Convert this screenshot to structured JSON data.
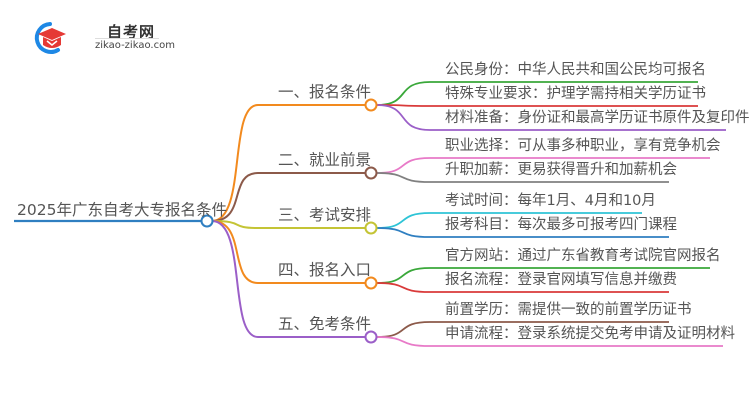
{
  "logo": {
    "title": "自考网",
    "url": "zikao-zikao.com",
    "icon": "graduation-cap-icon",
    "colors": {
      "cap": "#e53935",
      "ring": "#1e88e5"
    }
  },
  "root": {
    "label": "2025年广东自考大专报名条件",
    "color": "#2f7fc1"
  },
  "branches": [
    {
      "label": "一、报名条件",
      "color": "#f28a1e",
      "leaves": [
        {
          "label": "公民身份：中华人民共和国公民均可报名",
          "color": "#3aa83a"
        },
        {
          "label": "特殊专业要求：护理学需持相关学历证书",
          "color": "#d93a3a"
        },
        {
          "label": "材料准备：身份证和最高学历证书原件及复印件",
          "color": "#9b5fc8"
        }
      ]
    },
    {
      "label": "二、就业前景",
      "color": "#8c5a4a",
      "leaves": [
        {
          "label": "职业选择：可从事多种职业，享有竞争机会",
          "color": "#e87ac8"
        },
        {
          "label": "升职加薪：更易获得晋升和加薪机会",
          "color": "#808080"
        }
      ]
    },
    {
      "label": "三、考试安排",
      "color": "#c4c435",
      "leaves": [
        {
          "label": "考试时间：每年1月、4月和10月",
          "color": "#2ec4d6"
        },
        {
          "label": "报考科目：每次最多可报考四门课程",
          "color": "#2f7fc1"
        }
      ]
    },
    {
      "label": "四、报名入口",
      "color": "#f28a1e",
      "leaves": [
        {
          "label": "官方网站：通过广东省教育考试院官网报名",
          "color": "#3aa83a"
        },
        {
          "label": "报名流程：登录官网填写信息并缴费",
          "color": "#d93a3a"
        }
      ]
    },
    {
      "label": "五、免考条件",
      "color": "#9b5fc8",
      "leaves": [
        {
          "label": "前置学历：需提供一致的前置学历证书",
          "color": "#8c5a4a"
        },
        {
          "label": "申请流程：登录系统提交免考申请及证明材料",
          "color": "#e87ac8"
        }
      ]
    }
  ]
}
